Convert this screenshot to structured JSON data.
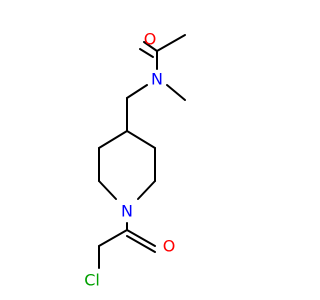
{
  "molecule": {
    "labels": {
      "carbonyl_oxygen_top": "O",
      "amide_nitrogen": "N",
      "piperidine_nitrogen": "N",
      "carbonyl_oxygen_bottom": "O",
      "chlorine": "Cl"
    },
    "colors": {
      "bond": "#000000",
      "oxygen": "#ff0000",
      "nitrogen": "#0000ff",
      "chlorine": "#00a000",
      "background": "#ffffff"
    }
  }
}
